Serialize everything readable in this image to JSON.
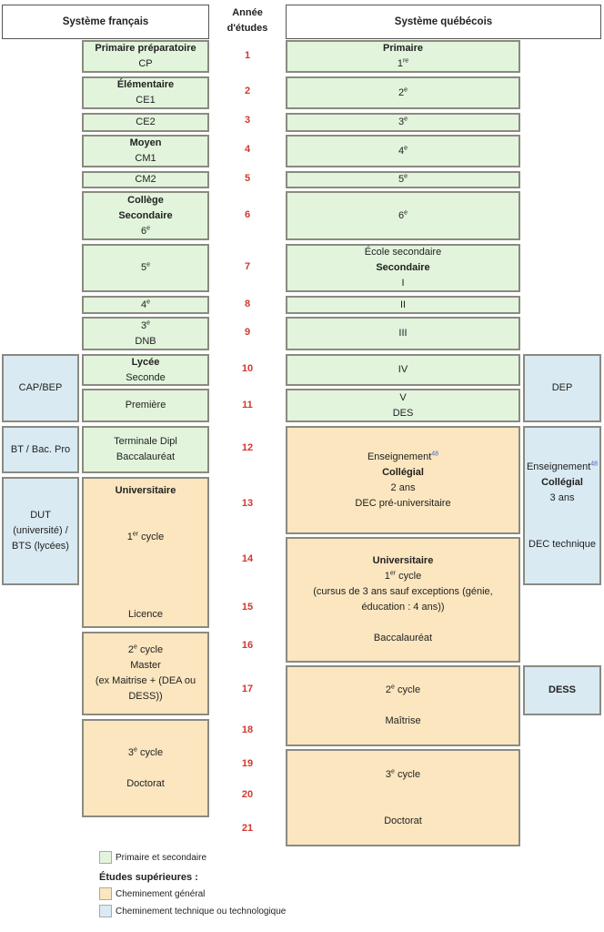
{
  "headers": {
    "french": "Système français",
    "years": [
      "Année",
      "d'études"
    ],
    "quebec": "Système québécois"
  },
  "colors": {
    "primary_secondary": "#e2f4dc",
    "general": "#fbe6bf",
    "technical": "#d9eaf3",
    "year": "#d0382f"
  },
  "years": [
    "1",
    "2",
    "3",
    "4",
    "5",
    "6",
    "7",
    "8",
    "9",
    "10",
    "11",
    "12",
    "13",
    "14",
    "15",
    "16",
    "17",
    "18",
    "19",
    "20",
    "21"
  ],
  "french": [
    {
      "cls": "g",
      "lines": [
        {
          "t": "Primaire préparatoire",
          "b": true
        },
        {
          "t": "CP"
        }
      ]
    },
    {
      "cls": "g",
      "lines": [
        {
          "t": "Élémentaire",
          "b": true
        },
        {
          "t": "CE1"
        }
      ]
    },
    {
      "cls": "g",
      "lines": [
        {
          "t": "CE2"
        }
      ]
    },
    {
      "cls": "g",
      "lines": [
        {
          "t": "Moyen",
          "b": true
        },
        {
          "t": "CM1"
        }
      ]
    },
    {
      "cls": "g",
      "lines": [
        {
          "t": "CM2"
        }
      ]
    },
    {
      "cls": "g",
      "lines": [
        {
          "t": "Collège",
          "b": true
        },
        {
          "t": "Secondaire",
          "b": true
        },
        {
          "t": "6",
          "sup": "e"
        }
      ]
    },
    {
      "cls": "g",
      "lines": [
        {
          "t": "5",
          "sup": "e"
        }
      ]
    },
    {
      "cls": "g",
      "lines": [
        {
          "t": "4",
          "sup": "e"
        }
      ]
    },
    {
      "cls": "g",
      "lines": [
        {
          "t": "3",
          "sup": "e"
        },
        {
          "t": "DNB"
        }
      ]
    },
    {
      "cls": "g",
      "lines": [
        {
          "t": "Lycée",
          "b": true
        },
        {
          "t": "Seconde"
        }
      ]
    },
    {
      "cls": "g",
      "lines": [
        {
          "t": "Première"
        }
      ]
    },
    {
      "cls": "g",
      "lines": [
        {
          "t": "Terminale Dipl"
        },
        {
          "t": "Baccalauréat"
        }
      ]
    },
    {
      "cls": "o",
      "lines": [
        {
          "t": "Universitaire",
          "b": true
        },
        {
          "t": ""
        },
        {
          "t": ""
        },
        {
          "t": "1",
          "sup": "er",
          "after": " cycle"
        },
        {
          "t": ""
        },
        {
          "t": ""
        },
        {
          "t": ""
        },
        {
          "t": ""
        },
        {
          "t": "Licence"
        }
      ]
    },
    {
      "cls": "o",
      "lines": [
        {
          "t": "2",
          "sup": "e",
          "after": " cycle"
        },
        {
          "t": "Master"
        },
        {
          "t": "(ex Maitrise + (DEA ou"
        },
        {
          "t": "DESS))"
        }
      ]
    },
    {
      "cls": "o",
      "lines": [
        {
          "t": "3",
          "sup": "e",
          "after": " cycle"
        },
        {
          "t": ""
        },
        {
          "t": "Doctorat"
        }
      ]
    }
  ],
  "french_side": [
    {
      "cls": "b",
      "lines": [
        {
          "t": "CAP/BEP"
        }
      ]
    },
    {
      "cls": "b",
      "lines": [
        {
          "t": "BT / Bac. Pro"
        }
      ]
    },
    {
      "cls": "b",
      "lines": [
        {
          "t": "DUT"
        },
        {
          "t": "(université) /"
        },
        {
          "t": "BTS (lycées)"
        }
      ]
    }
  ],
  "quebec": [
    {
      "cls": "g",
      "lines": [
        {
          "t": "Primaire",
          "b": true
        },
        {
          "t": "1",
          "sup": "re"
        }
      ]
    },
    {
      "cls": "g",
      "lines": [
        {
          "t": "2",
          "sup": "e"
        }
      ]
    },
    {
      "cls": "g",
      "lines": [
        {
          "t": "3",
          "sup": "e"
        }
      ]
    },
    {
      "cls": "g",
      "lines": [
        {
          "t": "4",
          "sup": "e"
        }
      ]
    },
    {
      "cls": "g",
      "lines": [
        {
          "t": "5",
          "sup": "e"
        }
      ]
    },
    {
      "cls": "g",
      "lines": [
        {
          "t": "6",
          "sup": "e"
        }
      ]
    },
    {
      "cls": "g",
      "lines": [
        {
          "t": "École secondaire"
        },
        {
          "t": "Secondaire",
          "b": true
        },
        {
          "t": "I"
        }
      ]
    },
    {
      "cls": "g",
      "lines": [
        {
          "t": "II"
        }
      ]
    },
    {
      "cls": "g",
      "lines": [
        {
          "t": "III"
        }
      ]
    },
    {
      "cls": "g",
      "lines": [
        {
          "t": "IV"
        }
      ]
    },
    {
      "cls": "g",
      "lines": [
        {
          "t": "V"
        },
        {
          "t": "DES"
        }
      ]
    },
    {
      "cls": "o",
      "lines": [
        {
          "t": "Enseignement",
          "ref": "48"
        },
        {
          "t": "Collégial",
          "b": true
        },
        {
          "t": "2 ans"
        },
        {
          "t": "DEC pré-universitaire"
        }
      ]
    },
    {
      "cls": "o",
      "lines": [
        {
          "t": "Universitaire",
          "b": true
        },
        {
          "t": "1",
          "sup": "er",
          "after": " cycle"
        },
        {
          "t": "(cursus de 3 ans sauf exceptions (génie,"
        },
        {
          "t": "éducation : 4 ans))"
        },
        {
          "t": ""
        },
        {
          "t": "Baccalauréat"
        }
      ]
    },
    {
      "cls": "o",
      "lines": [
        {
          "t": "2",
          "sup": "e",
          "after": " cycle"
        },
        {
          "t": ""
        },
        {
          "t": "Maîtrise"
        }
      ]
    },
    {
      "cls": "o",
      "lines": [
        {
          "t": "3",
          "sup": "e",
          "after": " cycle"
        },
        {
          "t": ""
        },
        {
          "t": ""
        },
        {
          "t": "Doctorat"
        }
      ]
    }
  ],
  "quebec_side": [
    {
      "cls": "b",
      "lines": [
        {
          "t": "DEP"
        }
      ]
    },
    {
      "cls": "b",
      "lines": [
        {
          "t": "Enseignement",
          "ref": "48"
        },
        {
          "t": "Collégial",
          "b": true
        },
        {
          "t": "3 ans"
        },
        {
          "t": ""
        },
        {
          "t": ""
        },
        {
          "t": "DEC technique"
        }
      ]
    },
    {
      "cls": "b",
      "lines": [
        {
          "t": "DESS",
          "b": true
        }
      ]
    }
  ],
  "legend": {
    "primary": "Primaire et secondaire",
    "higher_title": "Études supérieures :",
    "general": "Cheminement général",
    "technical": "Cheminement technique ou technologique"
  }
}
